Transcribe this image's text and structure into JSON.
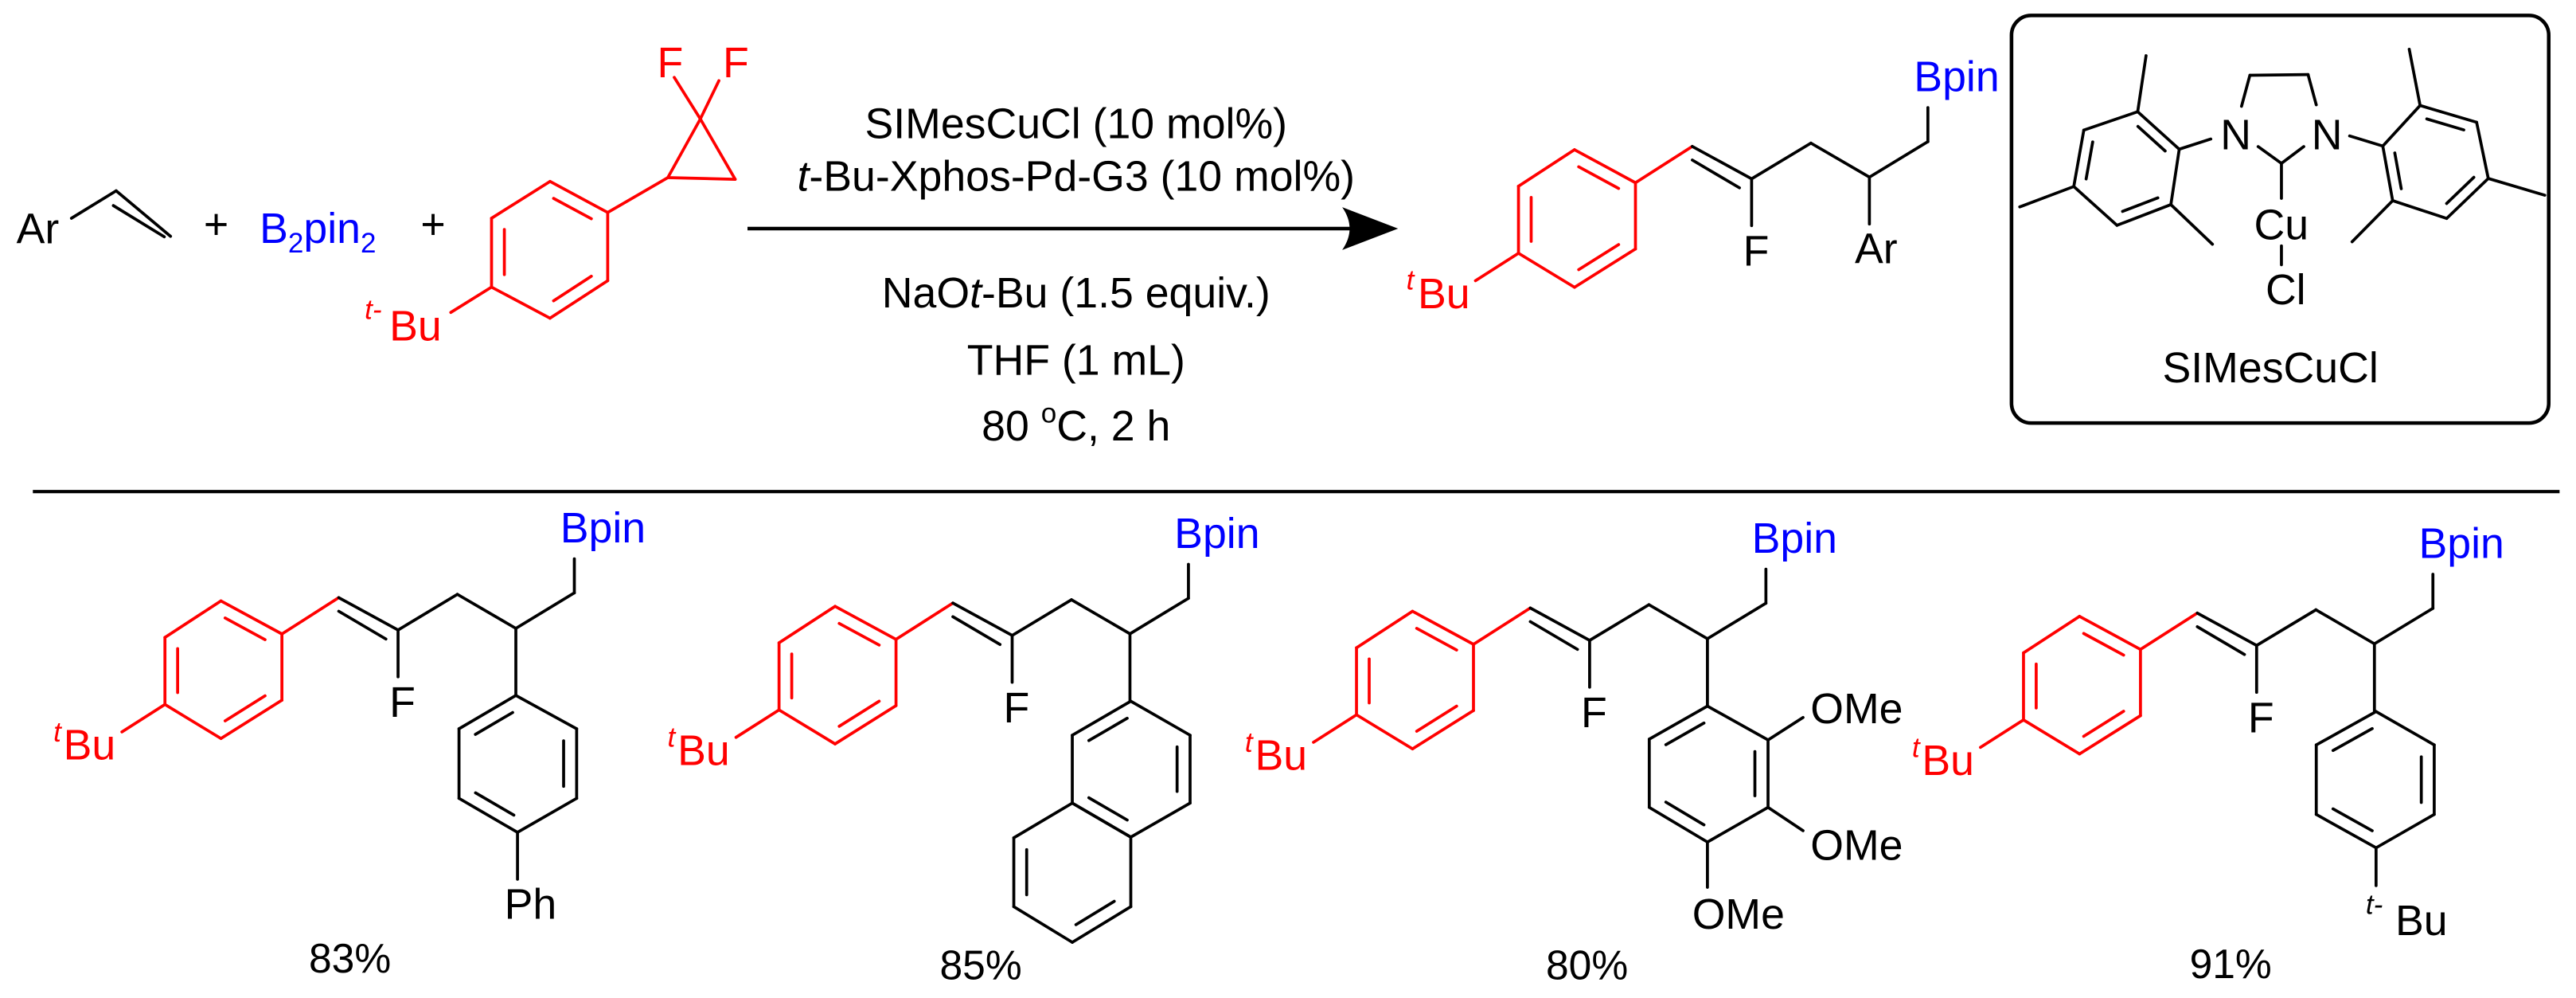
{
  "colors": {
    "highlight": "#ff0000",
    "boron": "#0000ff",
    "bond": "#000000"
  },
  "reactants": {
    "alkene_label": "Ar",
    "plus_1": "+",
    "plus_2": "+",
    "b2pin2": {
      "b": "B",
      "sub1": "2",
      "pin": "pin",
      "sub2": "2"
    },
    "cyclopropane": {
      "f1": "F",
      "f2": "F",
      "tbu_prefix": "t-",
      "tbu": "Bu"
    }
  },
  "conditions": {
    "line1": "SIMesCuCl (10 mol%)",
    "line2": {
      "italic": "t",
      "rest": "-Bu-Xphos-Pd-G3 (10 mol%)"
    },
    "line3": {
      "pre": "NaO",
      "italic": "t",
      "rest": "-Bu (1.5 equiv.)"
    },
    "line4": "THF (1 mL)",
    "line5": {
      "pre": "80 ",
      "sup": "o",
      "rest": "C, 2 h"
    }
  },
  "product": {
    "tbu_prefix": "t",
    "tbu": "Bu",
    "f": "F",
    "ar": "Ar",
    "bpin": "Bpin"
  },
  "catalyst": {
    "n1": "N",
    "n2": "N",
    "cu": "Cu",
    "cl": "Cl",
    "name": "SIMesCuCl"
  },
  "examples": [
    {
      "tbu_prefix": "t",
      "tbu": "Bu",
      "f": "F",
      "bpin": "Bpin",
      "substituent": "Ph",
      "yield": "83%"
    },
    {
      "tbu_prefix": "t",
      "tbu": "Bu",
      "f": "F",
      "bpin": "Bpin",
      "yield": "85%"
    },
    {
      "tbu_prefix": "t",
      "tbu": "Bu",
      "f": "F",
      "bpin": "Bpin",
      "substituents": [
        "OMe",
        "OMe",
        "OMe"
      ],
      "yield": "80%"
    },
    {
      "tbu_prefix": "t",
      "tbu": "Bu",
      "f": "F",
      "bpin": "Bpin",
      "substituent_prefix": "t-",
      "substituent": "Bu",
      "yield": "91%"
    }
  ]
}
